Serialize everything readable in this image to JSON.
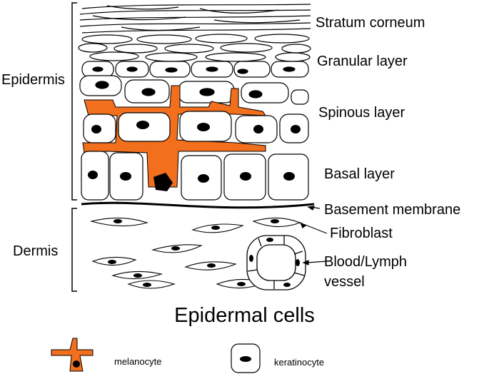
{
  "side_labels": {
    "epidermis": "Epidermis",
    "dermis": "Dermis"
  },
  "layer_labels": {
    "stratum_corneum": "Stratum corneum",
    "granular": "Granular layer",
    "spinous": "Spinous layer",
    "basal": "Basal layer",
    "basement_membrane": "Basement membrane",
    "fibroblast": "Fibroblast",
    "vessel_line1": "Blood/Lymph",
    "vessel_line2": "vessel"
  },
  "title": "Epidermal cells",
  "legend": {
    "melanocyte": "melanocyte",
    "keratinocyte": "keratinocyte"
  },
  "colors": {
    "melanocyte": "#f26f1e",
    "outline": "#000000",
    "nucleus": "#000000",
    "background": "#ffffff"
  }
}
